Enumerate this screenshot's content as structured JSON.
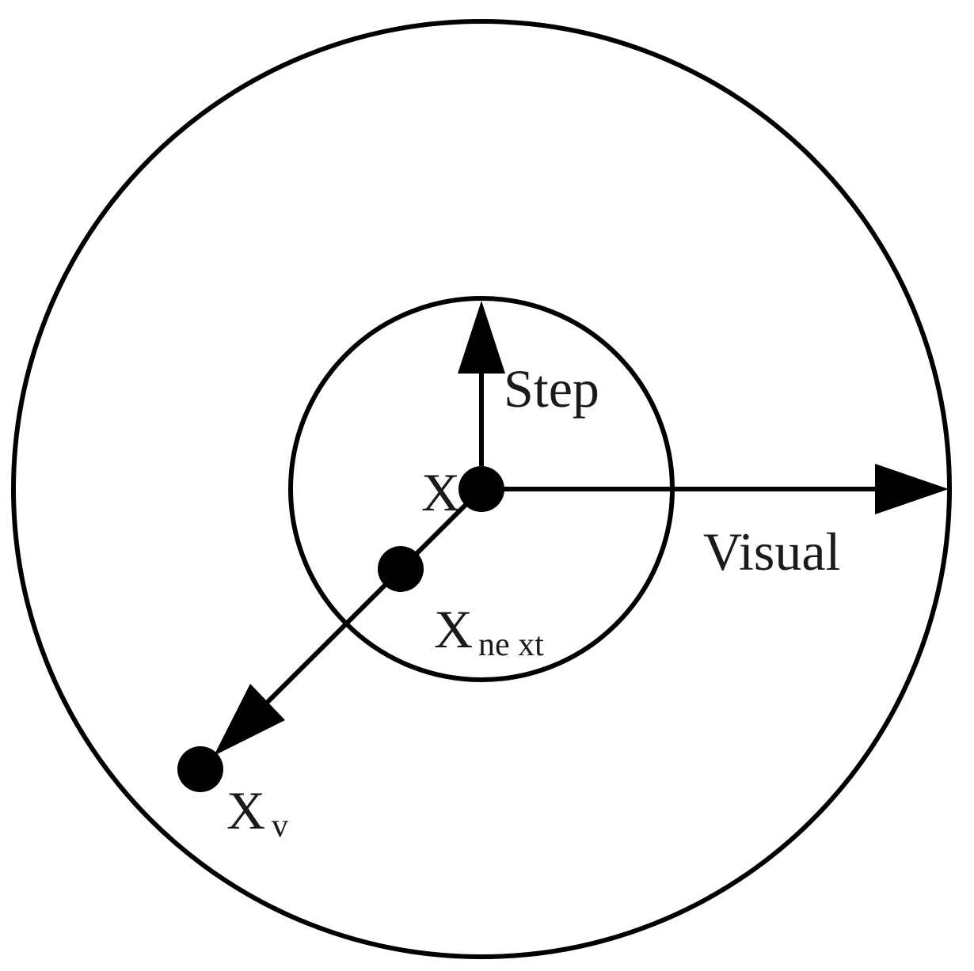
{
  "labels": {
    "step": "Step",
    "visual": "Visual",
    "x": "X",
    "x_next_main": "X",
    "x_next_sub": "ne xt",
    "x_v_main": "X",
    "x_v_sub": "v"
  },
  "colors": {
    "stroke": "#000000",
    "text": "#1a1a1a",
    "background": "#ffffff"
  }
}
